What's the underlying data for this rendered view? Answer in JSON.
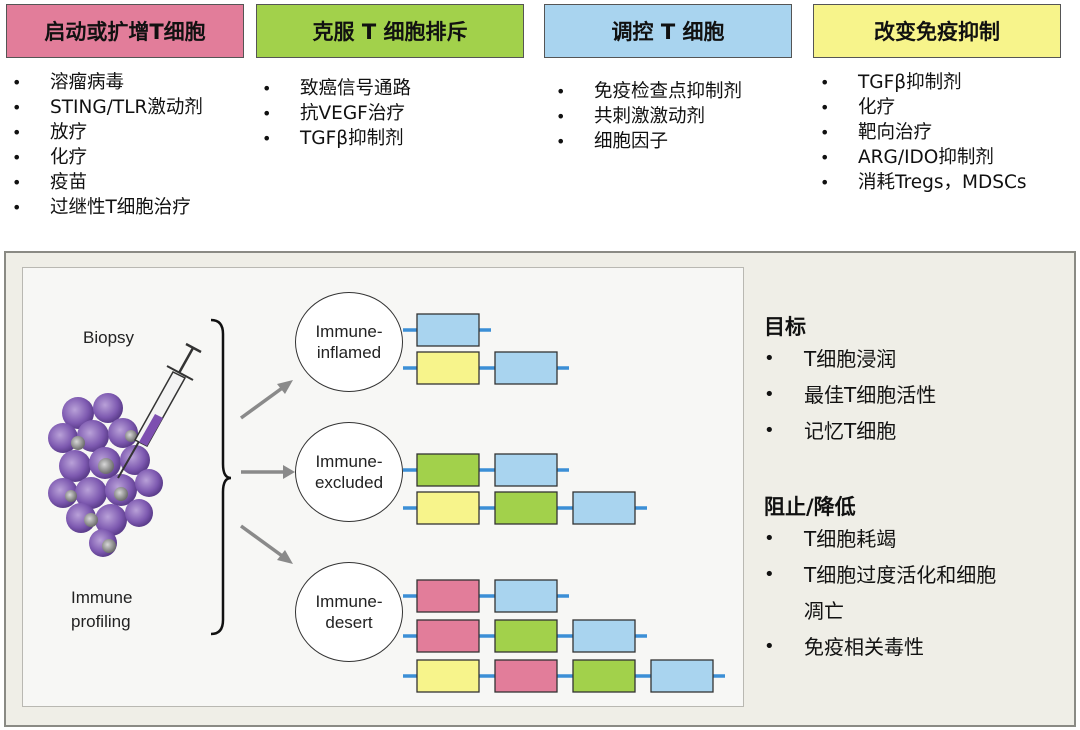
{
  "categories": [
    {
      "title": "启动或扩增T细胞",
      "color": "#e27d9a",
      "items": [
        "溶瘤病毒",
        "STING/TLR激动剂",
        "放疗",
        "化疗",
        "疫苗",
        "过继性T细胞治疗"
      ]
    },
    {
      "title": "克服 T 细胞排斥",
      "color": "#a2d14b",
      "items": [
        "致癌信号通路",
        "抗VEGF治疗",
        "TGFβ抑制剂"
      ]
    },
    {
      "title": "调控 T 细胞",
      "color": "#a9d4ef",
      "items": [
        "免疫检查点抑制剂",
        "共刺激激动剂",
        "细胞因子"
      ]
    },
    {
      "title": "改变免疫抑制",
      "color": "#f7f48b",
      "items": [
        "TGFβ抑制剂",
        "化疗",
        "靶向治疗",
        "ARG/IDO抑制剂",
        "消耗Tregs，MDSCs"
      ]
    }
  ],
  "diagram": {
    "biopsy_label": "Biopsy",
    "profiling_label": [
      "Immune",
      "profiling"
    ],
    "phenotypes": [
      {
        "label": [
          "Immune-",
          "inflamed"
        ],
        "rows": [
          [
            "blue"
          ],
          [
            "yellow",
            "blue"
          ]
        ]
      },
      {
        "label": [
          "Immune-",
          "excluded"
        ],
        "rows": [
          [
            "green",
            "blue"
          ],
          [
            "yellow",
            "green",
            "blue"
          ]
        ]
      },
      {
        "label": [
          "Immune-",
          "desert"
        ],
        "rows": [
          [
            "pink",
            "blue"
          ],
          [
            "pink",
            "green",
            "blue"
          ],
          [
            "yellow",
            "pink",
            "green",
            "blue"
          ]
        ]
      }
    ],
    "colors": {
      "pink": "#e27d9a",
      "green": "#a2d14b",
      "blue": "#a9d4ef",
      "yellow": "#f7f48b",
      "line": "#3c8fd6"
    }
  },
  "goals": {
    "title": "目标",
    "items": [
      "T细胞浸润",
      "最佳T细胞活性",
      "记忆T细胞"
    ]
  },
  "prevent": {
    "title": "阻止/降低",
    "items": [
      [
        "T细胞耗竭"
      ],
      [
        "T细胞过度活化和细胞",
        "凋亡"
      ],
      [
        "免疫相关毒性"
      ]
    ]
  }
}
